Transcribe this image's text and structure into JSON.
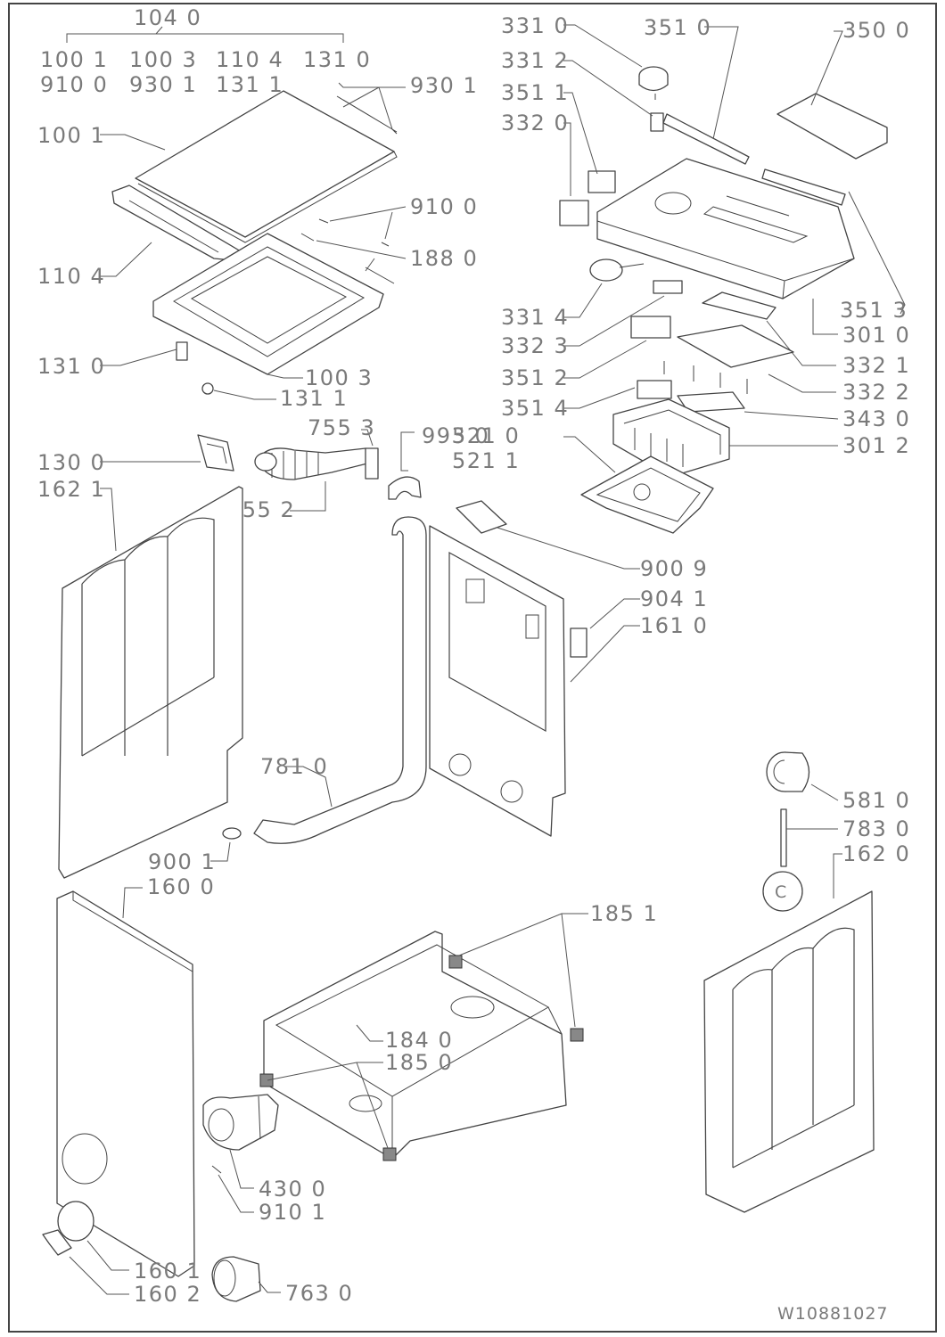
{
  "drawing_number": "W10881027",
  "labels": {
    "l1040": "104 0",
    "l1001a": "100 1",
    "l1003a": "100 3",
    "l1104a": "110 4",
    "l1310a": "131 0",
    "l9100a": "910 0",
    "l9301a": "930 1",
    "l1311a": "131 1",
    "l9301b": "930 1",
    "l1001b": "100 1",
    "l9100b": "910 0",
    "l1880": "188 0",
    "l1104b": "110 4",
    "l1310b": "131 0",
    "l1003b": "100 3",
    "l1311b": "131 1",
    "l7553": "755 3",
    "l9930": "993 0",
    "l1300": "130 0",
    "l1621": "162 1",
    "l7552": "755 2",
    "l3310": "331 0",
    "l3510": "351 0",
    "l3500": "350 0",
    "l3312": "331 2",
    "l3511": "351 1",
    "l3320": "332 0",
    "l3314": "331 4",
    "l3513": "351 3",
    "l3323": "332 3",
    "l3010": "301 0",
    "l3512": "351 2",
    "l3321": "332 1",
    "l3514": "351 4",
    "l3322": "332 2",
    "l3430": "343 0",
    "l5210": "521 0",
    "l5211": "521 1",
    "l3012": "301 2",
    "l9009": "900 9",
    "l9041": "904 1",
    "l1610": "161 0",
    "l7810": "781 0",
    "l5810": "581 0",
    "l7830": "783 0",
    "l9001": "900 1",
    "l1620": "162 0",
    "l1600": "160 0",
    "l1851": "185 1",
    "l1840": "184 0",
    "l1850": "185 0",
    "l4300": "430 0",
    "l9101": "910 1",
    "l1601": "160 1",
    "l1602": "160 2",
    "l7630": "763 0"
  }
}
